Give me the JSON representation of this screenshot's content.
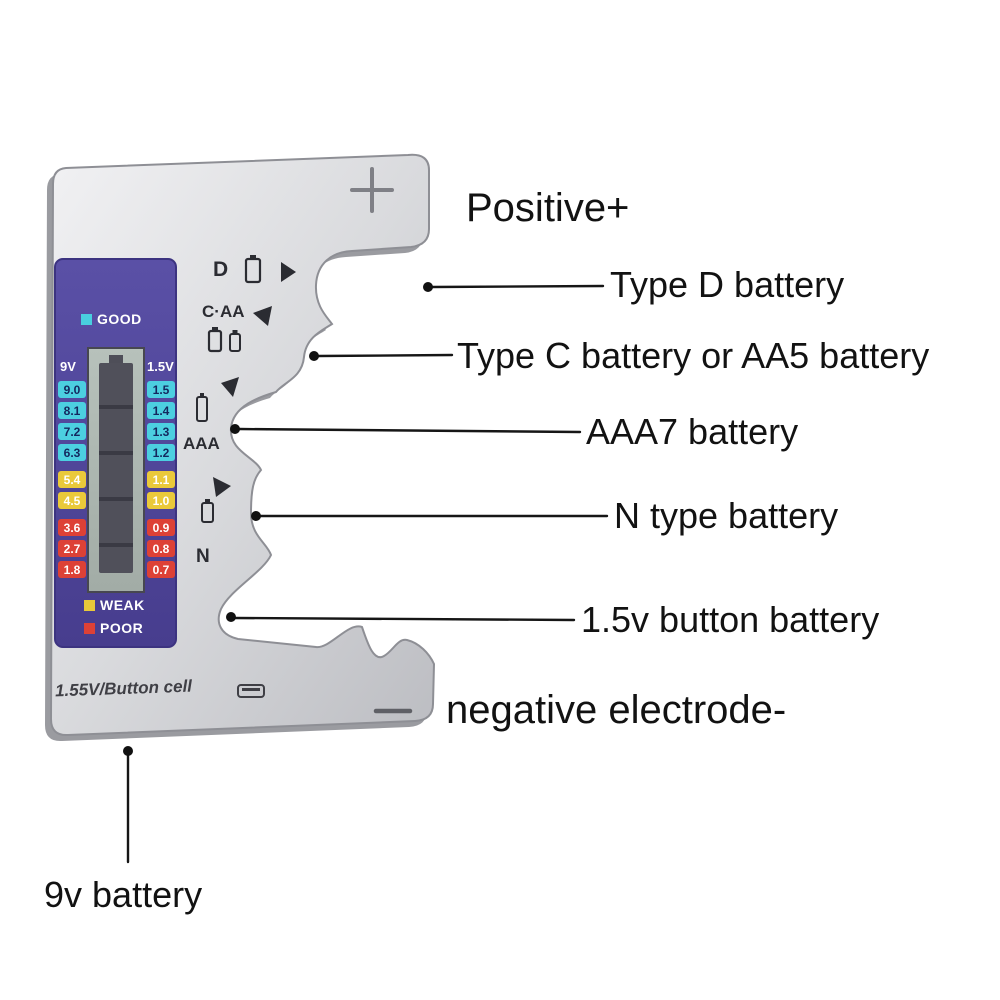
{
  "annotations": {
    "positive": "Positive+",
    "type_d": "Type D battery",
    "type_c": "Type C battery or AA5 battery",
    "aaa7": "AAA7 battery",
    "n_type": "N type battery",
    "button_battery": "1.5v button battery",
    "negative": "negative electrode-",
    "nine_v": "9v battery"
  },
  "device": {
    "plus": "+",
    "minus": "−",
    "bottom_label": "1.55V/Button cell",
    "slots": {
      "d": "D",
      "c_aa": "C·AA",
      "aaa": "AAA",
      "n": "N"
    },
    "lcd": {
      "good": "GOOD",
      "weak": "WEAK",
      "poor": "POOR",
      "left": {
        "header": "9V",
        "values": [
          {
            "t": "9.0",
            "k": "cyan"
          },
          {
            "t": "8.1",
            "k": "cyan"
          },
          {
            "t": "7.2",
            "k": "cyan"
          },
          {
            "t": "6.3",
            "k": "cyan"
          },
          {
            "t": "5.4",
            "k": "yellow"
          },
          {
            "t": "4.5",
            "k": "yellow"
          },
          {
            "t": "3.6",
            "k": "red"
          },
          {
            "t": "2.7",
            "k": "red"
          },
          {
            "t": "1.8",
            "k": "red"
          }
        ]
      },
      "right": {
        "header": "1.5V",
        "values": [
          {
            "t": "1.5",
            "k": "cyan"
          },
          {
            "t": "1.4",
            "k": "cyan"
          },
          {
            "t": "1.3",
            "k": "cyan"
          },
          {
            "t": "1.2",
            "k": "cyan"
          },
          {
            "t": "1.1",
            "k": "yellow"
          },
          {
            "t": "1.0",
            "k": "yellow"
          },
          {
            "t": "0.9",
            "k": "red"
          },
          {
            "t": "0.8",
            "k": "red"
          },
          {
            "t": "0.7",
            "k": "red"
          }
        ]
      }
    }
  },
  "colors": {
    "good_cyan": "#49cfdf",
    "weak_yellow": "#e9c93a",
    "poor_red": "#dd4136",
    "panel_purple": "#4e4496",
    "body_silver": "#d8d9dc",
    "annotation_text": "#121212"
  }
}
